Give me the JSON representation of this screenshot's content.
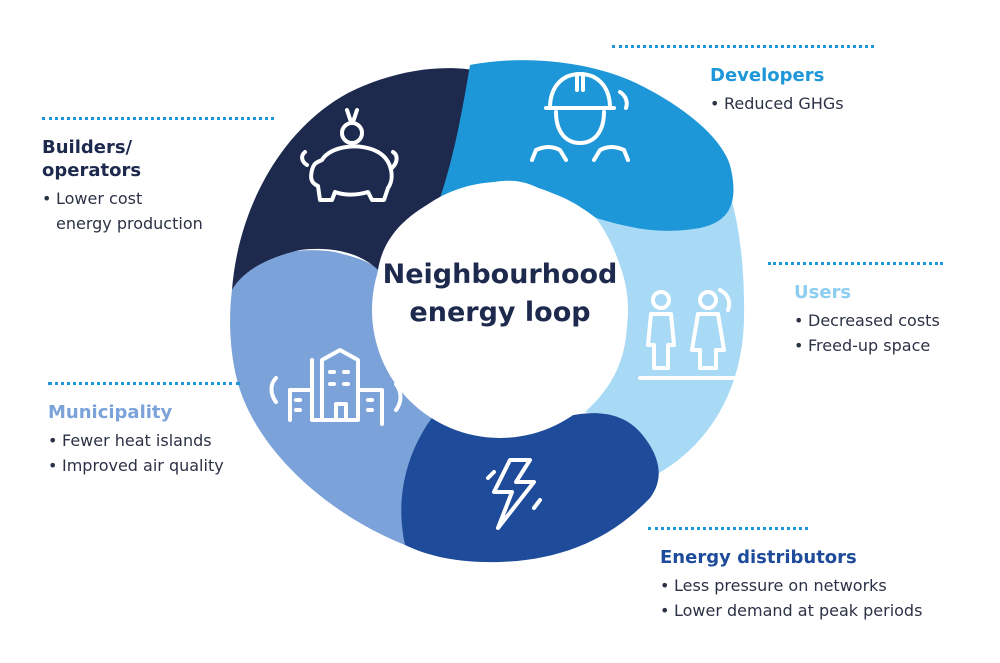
{
  "center": {
    "line1": "Neighbourhood",
    "line2": "energy loop"
  },
  "segments": {
    "developers": {
      "title": "Developers",
      "items": [
        "Reduced GHGs"
      ],
      "color": "#1e97d8",
      "icon": "construction-worker-icon"
    },
    "users": {
      "title": "Users",
      "items": [
        "Decreased costs",
        "Freed-up space"
      ],
      "color": "#a8d9f5",
      "icon": "people-icon"
    },
    "distributors": {
      "title": "Energy distributors",
      "items": [
        "Less pressure on networks",
        "Lower demand at peak periods"
      ],
      "color": "#1e4c9a",
      "icon": "lightning-bolt-icon"
    },
    "municipality": {
      "title": "Municipality",
      "items": [
        "Fewer heat islands",
        "Improved air quality"
      ],
      "color": "#7ba3d9",
      "icon": "buildings-icon"
    },
    "builders": {
      "title_line1": "Builders/",
      "title_line2": "operators",
      "items_line1": "Lower cost",
      "items_line2": "energy production",
      "color": "#1d2a4d",
      "icon": "piggy-bank-icon"
    }
  },
  "dots_color": "#1e97d8",
  "text_color": "#2b3245"
}
